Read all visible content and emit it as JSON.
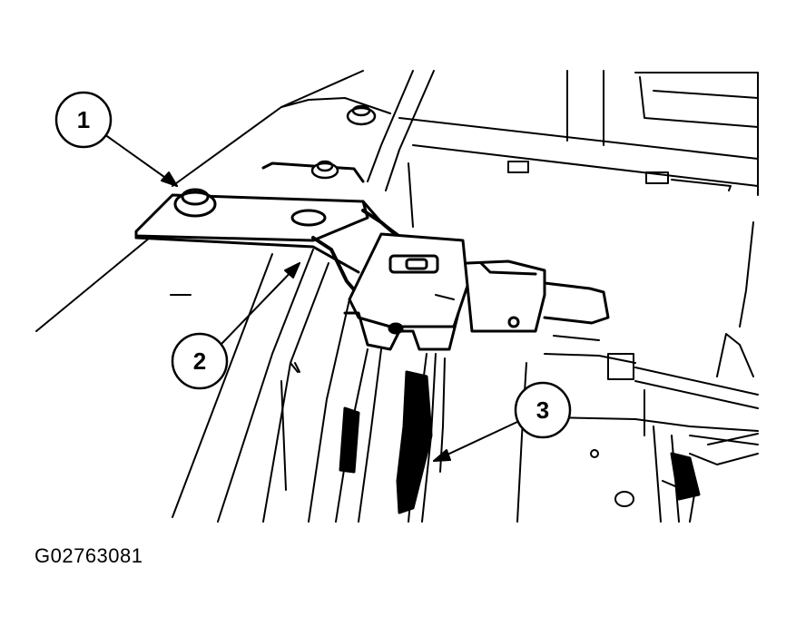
{
  "figure": {
    "id_label": "G02763081"
  },
  "callouts": [
    {
      "number": "1",
      "target": "mounting-nut"
    },
    {
      "number": "2",
      "target": "bracket"
    },
    {
      "number": "3",
      "target": "harness-clip"
    }
  ],
  "colors": {
    "ink": "#000000",
    "paper": "#ffffff"
  }
}
